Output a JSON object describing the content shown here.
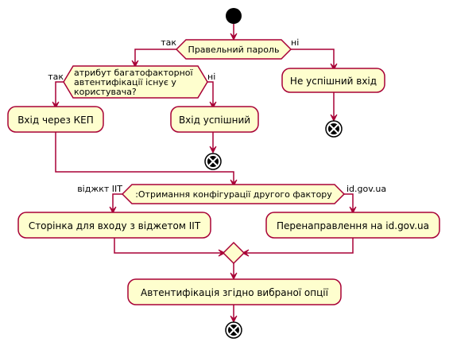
{
  "diagram": {
    "start": "start",
    "decision_password": {
      "label": "Правельний пароль",
      "yes": "так",
      "no": "ні"
    },
    "not_success": "Не успішний вхід",
    "decision_mfa": {
      "lines": [
        "атрибут багатофакторної",
        "автентифікації існує у",
        "користувача?"
      ],
      "yes": "так",
      "no": "ні"
    },
    "login_kep": "Вхід через КЕП",
    "login_success": "Вхід успішний",
    "decision_factor": {
      "label": ":Отримання конфігурації другого фактору",
      "left": "віджкт IIT",
      "right": "id.gov.ua"
    },
    "widget_page": "Сторінка для входу з віджетом IIT",
    "redirect": "Перенаправлення на id.gov.ua",
    "auth_option": "Автентифікація згідно вибраної опції"
  }
}
